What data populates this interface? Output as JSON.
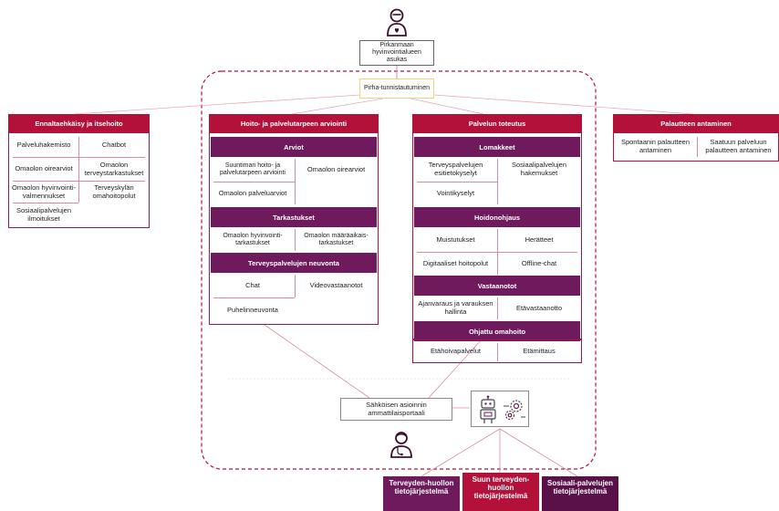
{
  "top": {
    "resident_label": "Pirkanmaan hyvinvointialueen asukas",
    "auth_label": "Pirha-tunnistautuminen"
  },
  "left_panel": {
    "title": "Ennaltaehkäisy ja itsehoito",
    "items": [
      "Palveluhakemisto",
      "Chatbot",
      "Omaolon oirearviot",
      "Omaolon terveystarkastukset",
      "Omaolon hyvinvointi-valmennukset",
      "Terveyskylän omahoitopolut",
      "Sosiaalipalvelujen ilmoitukset"
    ]
  },
  "hoito": {
    "title": "Hoito- ja palvelutarpeen arviointi",
    "arviot": {
      "title": "Arviot",
      "items": [
        "Suuntiman hoito- ja palvelutarpeen arviointi",
        "Omaolon oirearviot",
        "Omaolon palveluarviot"
      ]
    },
    "tarkastukset": {
      "title": "Tarkastukset",
      "items": [
        "Omaolon hyvinvointi-tarkastukset",
        "Omaolon määräaikais-tarkastukset"
      ]
    },
    "neuvonta": {
      "title": "Terveyspalvelujen neuvonta",
      "items": [
        "Chat",
        "Videovastaanotot",
        "Puhelinneuvonta"
      ]
    }
  },
  "toteutus": {
    "title": "Palvelun toteutus",
    "lomakkeet": {
      "title": "Lomakkeet",
      "items": [
        "Terveyspalvelujen esitietokyselyt",
        "Sosiaalipalvelujen hakemukset",
        "Vointikyselyt"
      ]
    },
    "hoidonohjaus": {
      "title": "Hoidonohjaus",
      "items": [
        "Muistutukset",
        "Herätteet",
        "Digitaaliset hoitopolut",
        "Offline-chat"
      ]
    },
    "vastaanotot": {
      "title": "Vastaanotot",
      "items": [
        "Ajanvaraus ja varauksen hallinta",
        "Etävastaanotto"
      ]
    },
    "ohjattu": {
      "title": "Ohjattu omahoito",
      "items": [
        "Etähoivapalvelut",
        "Etämittaus"
      ]
    }
  },
  "right_panel": {
    "title": "Palautteen antaminen",
    "items": [
      "Spontaanin palautteen antaminen",
      "Saatuun palveluun palautteen antaminen"
    ]
  },
  "portal": {
    "label": "Sähköisen asioinnin ammattilaisportaali"
  },
  "systems": [
    {
      "label": "Terveyden-huollon tietojärjestelmä",
      "color": "#6e1a5c"
    },
    {
      "label": "Suun terveyden-huollon tietojärjestelmä",
      "color": "#b3103a"
    },
    {
      "label": "Sosiaali-palvelujen tietojärjestelmä",
      "color": "#5a1048"
    }
  ],
  "icons": [
    "resident-icon",
    "professional-icon",
    "robot-icon",
    "gears-icon"
  ],
  "colors": {
    "red": "#b3103a",
    "purple": "#6e1a5c",
    "dashed": "#b3103a",
    "auth_border": "#f2d27a"
  }
}
